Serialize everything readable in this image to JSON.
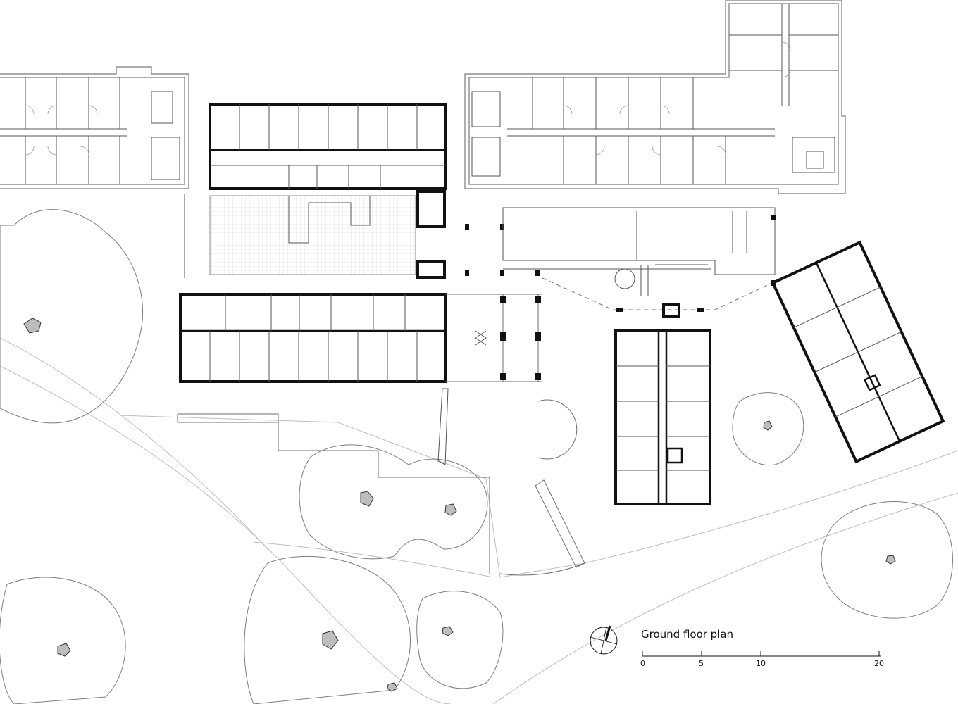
{
  "plan": {
    "title": "Ground floor plan"
  },
  "scale_bar": {
    "ticks": [
      "0",
      "5",
      "10",
      "20"
    ]
  },
  "north_arrow": {
    "icon": "north-arrow-icon"
  }
}
